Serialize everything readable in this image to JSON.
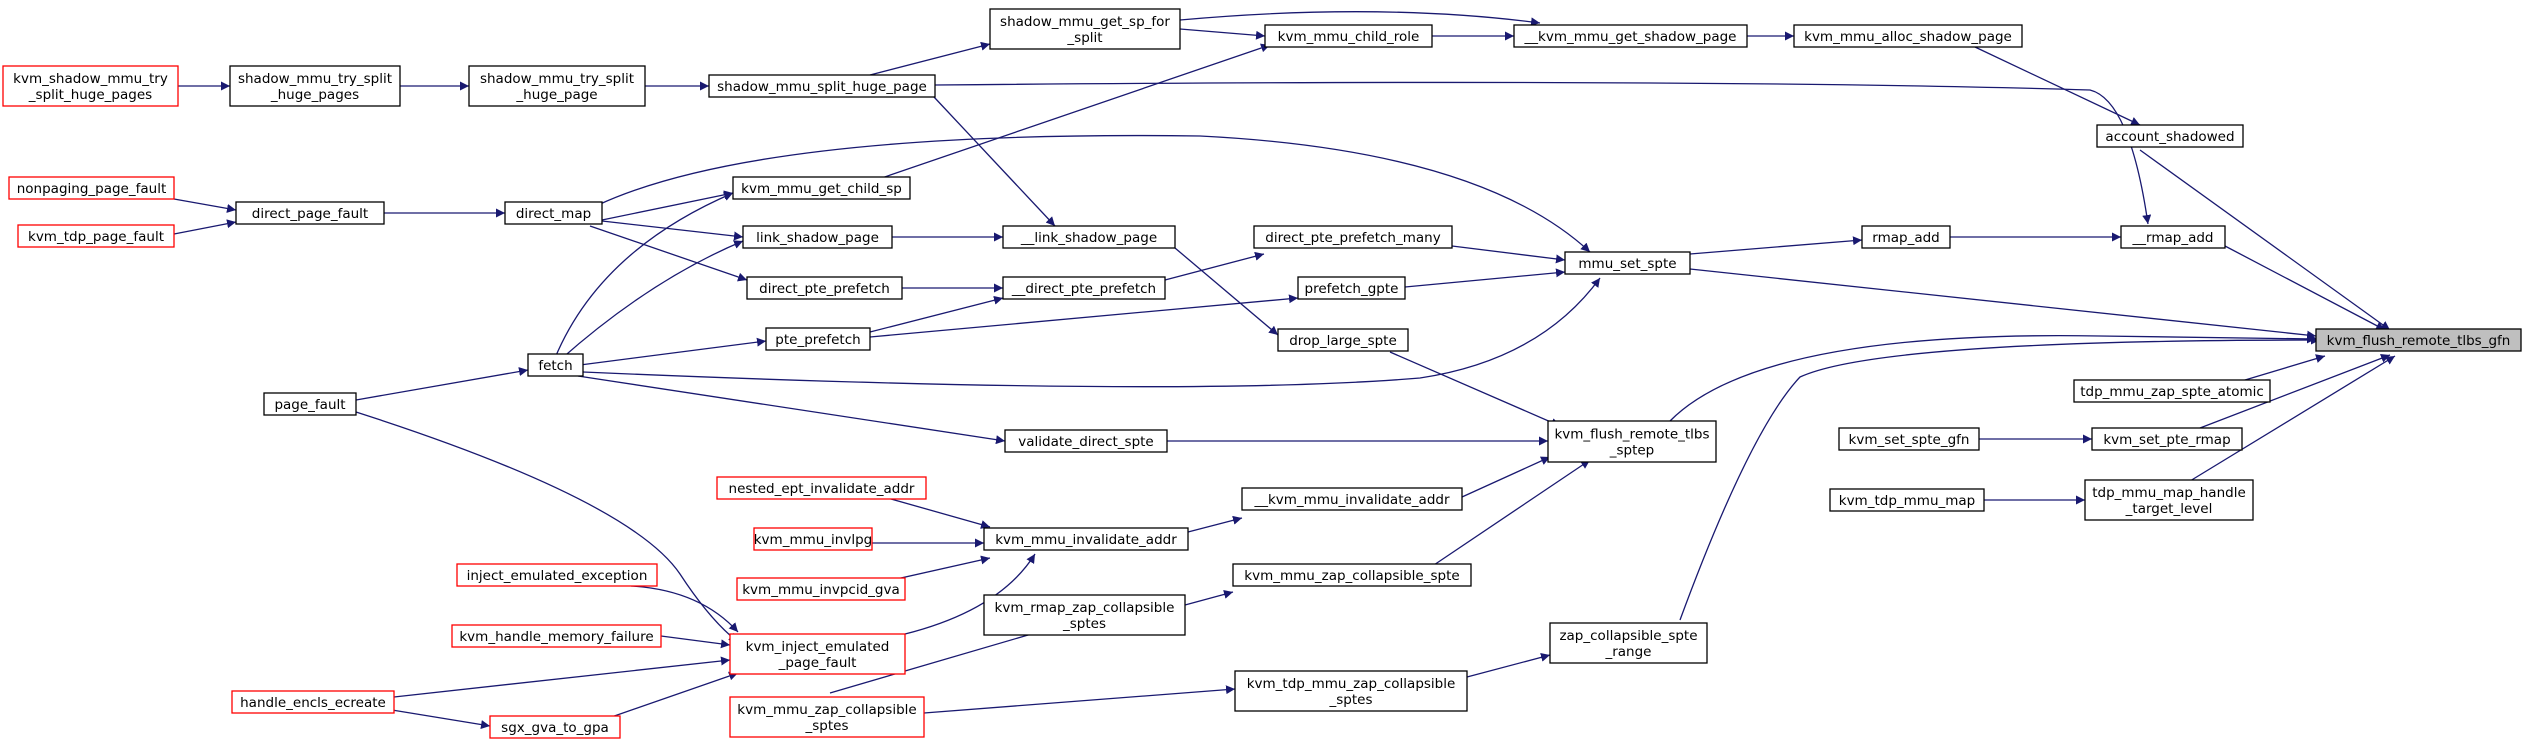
{
  "diagram": {
    "type": "call-graph",
    "colors": {
      "edge": "#191970",
      "box_border": "#000000",
      "red_border": "#ff0000",
      "root_fill": "#bfbfbf"
    },
    "nodes": {
      "shadow_try_split_red": {
        "label": "kvm_shadow_mmu_try\n_split_huge_pages",
        "style": "red"
      },
      "shadow_try_split_pages": {
        "label": "shadow_mmu_try_split\n_huge_pages",
        "style": "normal"
      },
      "shadow_try_split_page": {
        "label": "shadow_mmu_try_split\n_huge_page",
        "style": "normal"
      },
      "shadow_split_huge_page": {
        "label": "shadow_mmu_split_huge_page",
        "style": "normal"
      },
      "get_sp_for_split": {
        "label": "shadow_mmu_get_sp_for\n_split",
        "style": "normal"
      },
      "child_role": {
        "label": "kvm_mmu_child_role",
        "style": "normal"
      },
      "get_shadow_page": {
        "label": "__kvm_mmu_get_shadow_page",
        "style": "normal"
      },
      "alloc_shadow_page": {
        "label": "kvm_mmu_alloc_shadow_page",
        "style": "normal"
      },
      "account_shadowed": {
        "label": "account_shadowed",
        "style": "normal"
      },
      "nonpaging_page_fault": {
        "label": "nonpaging_page_fault",
        "style": "red"
      },
      "tdp_page_fault": {
        "label": "kvm_tdp_page_fault",
        "style": "red"
      },
      "direct_page_fault": {
        "label": "direct_page_fault",
        "style": "normal"
      },
      "direct_map": {
        "label": "direct_map",
        "style": "normal"
      },
      "get_child_sp": {
        "label": "kvm_mmu_get_child_sp",
        "style": "normal"
      },
      "link_shadow_page": {
        "label": "link_shadow_page",
        "style": "normal"
      },
      "link_shadow_page2": {
        "label": "__link_shadow_page",
        "style": "normal"
      },
      "direct_pte_prefetch": {
        "label": "direct_pte_prefetch",
        "style": "normal"
      },
      "direct_pte_prefetch2": {
        "label": "__direct_pte_prefetch",
        "style": "normal"
      },
      "direct_pte_prefetch_many": {
        "label": "direct_pte_prefetch_many",
        "style": "normal"
      },
      "prefetch_gpte": {
        "label": "prefetch_gpte",
        "style": "normal"
      },
      "pte_prefetch": {
        "label": "pte_prefetch",
        "style": "normal"
      },
      "drop_large_spte": {
        "label": "drop_large_spte",
        "style": "normal"
      },
      "mmu_set_spte": {
        "label": "mmu_set_spte",
        "style": "normal"
      },
      "rmap_add": {
        "label": "rmap_add",
        "style": "normal"
      },
      "rmap_add2": {
        "label": "__rmap_add",
        "style": "normal"
      },
      "flush_remote_tlbs_gfn": {
        "label": "kvm_flush_remote_tlbs_gfn",
        "style": "root"
      },
      "fetch": {
        "label": "fetch",
        "style": "normal"
      },
      "page_fault": {
        "label": "page_fault",
        "style": "normal"
      },
      "validate_direct_spte": {
        "label": "validate_direct_spte",
        "style": "normal"
      },
      "flush_remote_tlbs_sptep": {
        "label": "kvm_flush_remote_tlbs\n_sptep",
        "style": "normal"
      },
      "tdp_zap_spte_atomic": {
        "label": "tdp_mmu_zap_spte_atomic",
        "style": "normal"
      },
      "set_spte_gfn": {
        "label": "kvm_set_spte_gfn",
        "style": "normal"
      },
      "set_pte_rmap": {
        "label": "kvm_set_pte_rmap",
        "style": "normal"
      },
      "tdp_mmu_map": {
        "label": "kvm_tdp_mmu_map",
        "style": "normal"
      },
      "tdp_map_handle": {
        "label": "tdp_mmu_map_handle\n_target_level",
        "style": "normal"
      },
      "nested_ept_invalidate": {
        "label": "nested_ept_invalidate_addr",
        "style": "red"
      },
      "mmu_invlpg": {
        "label": "kvm_mmu_invlpg",
        "style": "red"
      },
      "mmu_invpcid_gva": {
        "label": "kvm_mmu_invpcid_gva",
        "style": "red"
      },
      "mmu_invalidate_addr": {
        "label": "kvm_mmu_invalidate_addr",
        "style": "normal"
      },
      "mmu_invalidate_addr2": {
        "label": "__kvm_mmu_invalidate_addr",
        "style": "normal"
      },
      "inject_emulated_exception": {
        "label": "inject_emulated_exception",
        "style": "red"
      },
      "handle_memory_failure": {
        "label": "kvm_handle_memory_failure",
        "style": "red"
      },
      "handle_encls_ecreate": {
        "label": "handle_encls_ecreate",
        "style": "red"
      },
      "sgx_gva_to_gpa": {
        "label": "sgx_gva_to_gpa",
        "style": "red"
      },
      "inject_emulated_page_fault": {
        "label": "kvm_inject_emulated\n_page_fault",
        "style": "red"
      },
      "mmu_zap_collapsible_spte": {
        "label": "kvm_mmu_zap_collapsible_spte",
        "style": "normal"
      },
      "rmap_zap_collapsible": {
        "label": "kvm_rmap_zap_collapsible\n_sptes",
        "style": "normal"
      },
      "mmu_zap_collapsible_sptes": {
        "label": "kvm_mmu_zap_collapsible\n_sptes",
        "style": "red"
      },
      "tdp_mmu_zap_collapsible": {
        "label": "kvm_tdp_mmu_zap_collapsible\n_sptes",
        "style": "normal"
      },
      "zap_collapsible_spte_range": {
        "label": "zap_collapsible_spte\n_range",
        "style": "normal"
      }
    }
  }
}
